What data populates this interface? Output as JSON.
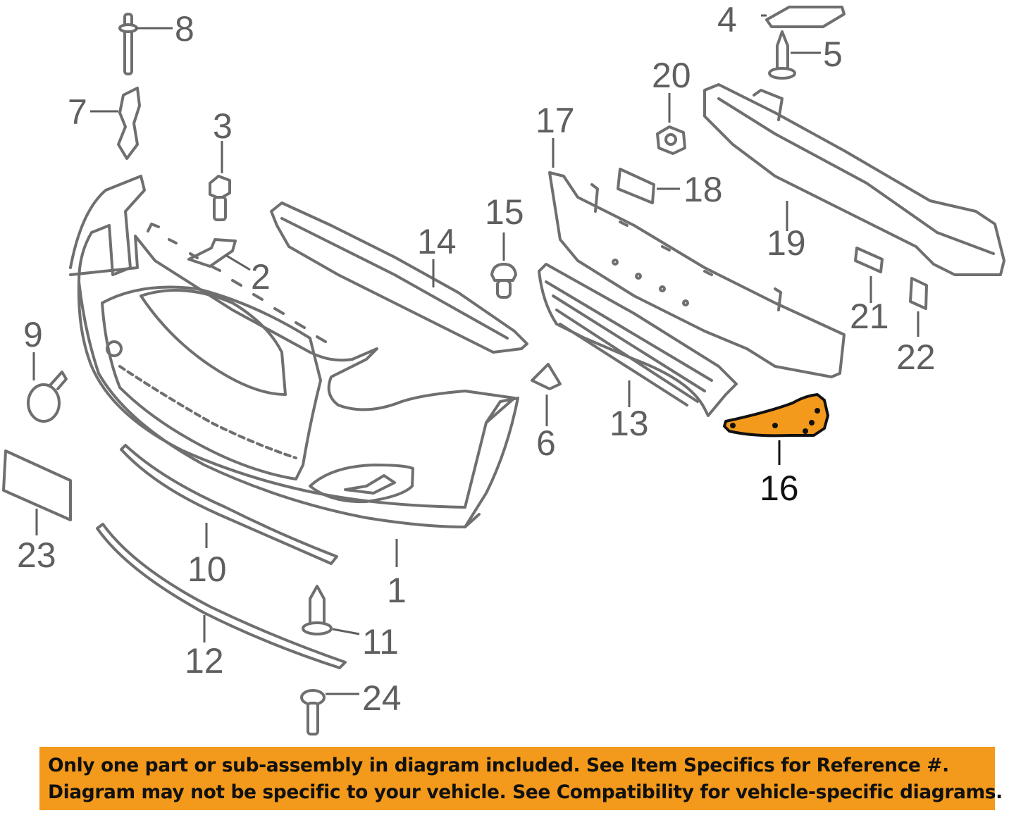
{
  "callouts": {
    "c1": "1",
    "c2": "2",
    "c3": "3",
    "c4": "4",
    "c5": "5",
    "c6": "6",
    "c7": "7",
    "c8": "8",
    "c9": "9",
    "c10": "10",
    "c11": "11",
    "c12": "12",
    "c13": "13",
    "c14": "14",
    "c15": "15",
    "c16": "16",
    "c17": "17",
    "c18": "18",
    "c19": "19",
    "c20": "20",
    "c21": "21",
    "c22": "22",
    "c23": "23",
    "c24": "24"
  },
  "highlighted_part": "16",
  "colors": {
    "highlight": "#f39a1c",
    "line_art": "#6f6f6f",
    "banner": "#f39a1c"
  },
  "banner": {
    "line1": "Only one part or sub-assembly in diagram included. See Item Specifics for Reference #.",
    "line2": "Diagram may not be specific to your vehicle. See Compatibility for vehicle-specific diagrams."
  }
}
